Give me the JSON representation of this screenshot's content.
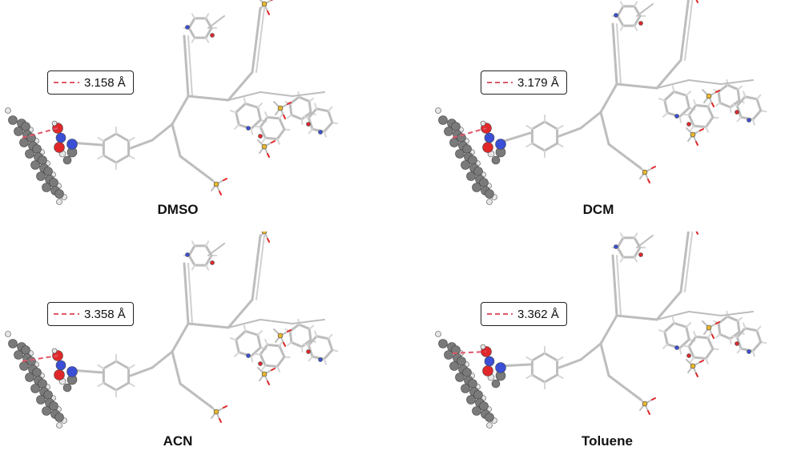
{
  "panels": [
    {
      "solvent": "DMSO",
      "distance": "3.158 Å"
    },
    {
      "solvent": "DCM",
      "distance": "3.179 Å"
    },
    {
      "solvent": "ACN",
      "distance": "3.358 Å"
    },
    {
      "solvent": "Toluene",
      "distance": "3.362 Å"
    }
  ],
  "colors": {
    "bond": "#bdbdbd",
    "atom_carbon": "#7a7a7a",
    "atom_hydrogen": "#e6e6e6",
    "atom_oxygen": "#e0282b",
    "atom_nitrogen": "#3a4fd6",
    "atom_sulfur": "#e8b730",
    "contact_line": "#e0576a"
  }
}
